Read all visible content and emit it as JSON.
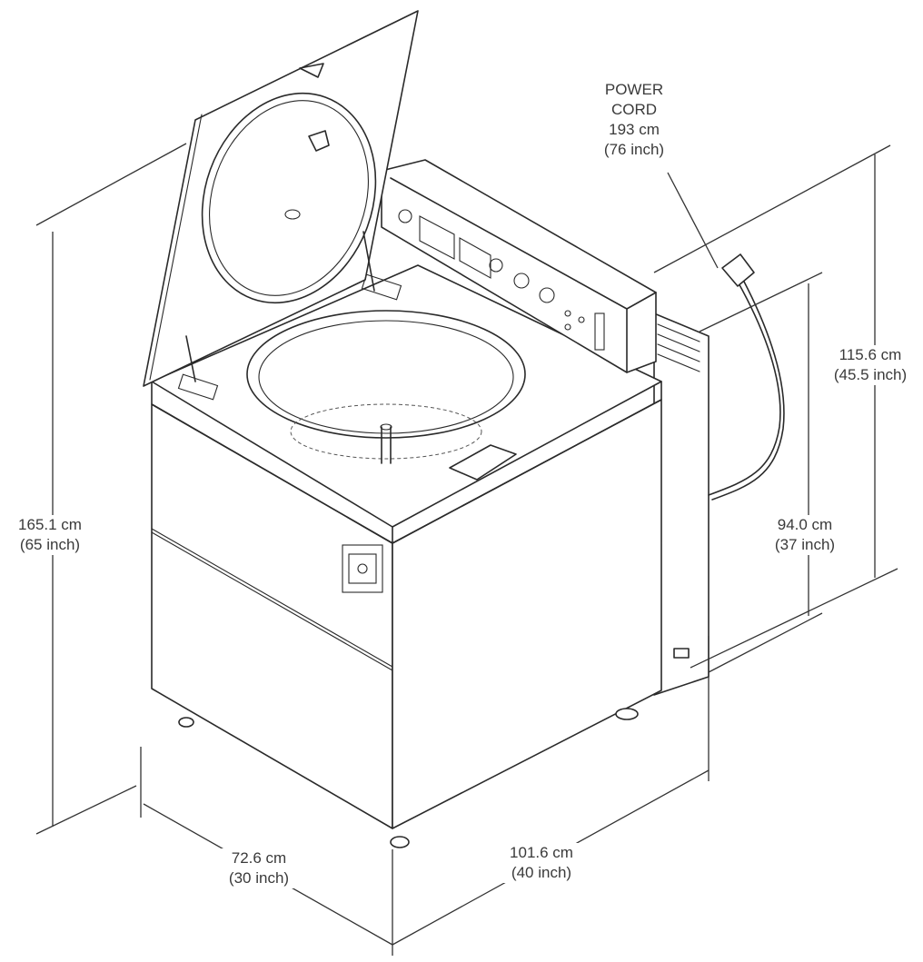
{
  "labels": {
    "power_cord": {
      "line1": "POWER",
      "line2": "CORD",
      "metric": "193 cm",
      "imperial": "(76 inch)"
    },
    "overall_height": {
      "metric": "165.1 cm",
      "imperial": "(65 inch)"
    },
    "panel_height": {
      "metric": "115.6 cm",
      "imperial": "(45.5 inch)"
    },
    "cabinet_height": {
      "metric": "94.0 cm",
      "imperial": "(37 inch)"
    },
    "depth": {
      "metric": "72.6 cm",
      "imperial": "(30 inch)"
    },
    "width": {
      "metric": "101.6 cm",
      "imperial": "(40 inch)"
    }
  },
  "colors": {
    "line": "#2a2a2a",
    "text": "#3a3a3a",
    "background": "#ffffff"
  }
}
